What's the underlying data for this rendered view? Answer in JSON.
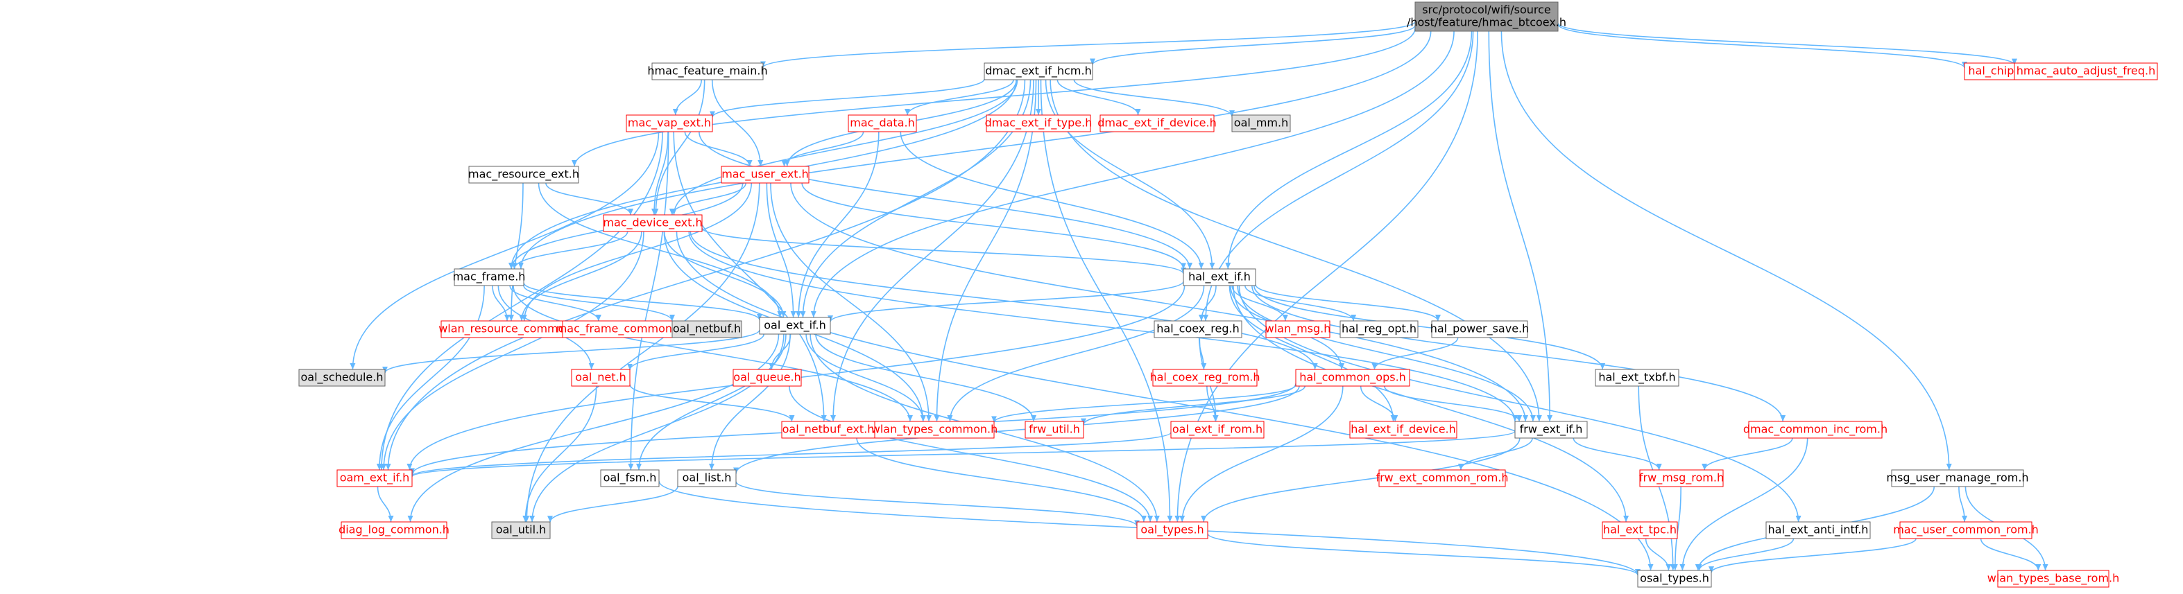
{
  "title": "src/protocol/wifi/source/host/feature/hmac_btcoex.h",
  "style": {
    "edge_color": "#63b8ff",
    "node_border_default": "#666666",
    "node_border_missing": "#ff0000",
    "node_border_root": "#666666",
    "node_fill_root": "#999999",
    "node_fill_external": "#e0e0e0",
    "node_fill_default": "#ffffff",
    "text_color_default": "#000000",
    "text_color_missing": "#ff0000"
  },
  "nodes": [
    {
      "id": "root",
      "lines": [
        "src/protocol/wifi/source",
        "/host/feature/hmac_btcoex.h"
      ],
      "kind": "root"
    },
    {
      "id": "hmac_feature_main",
      "lines": [
        "hmac_feature_main.h"
      ],
      "kind": "normal"
    },
    {
      "id": "dmac_ext_if_hcm",
      "lines": [
        "dmac_ext_if_hcm.h"
      ],
      "kind": "normal"
    },
    {
      "id": "hal_chip",
      "lines": [
        "hal_chip.h"
      ],
      "kind": "missing"
    },
    {
      "id": "hmac_auto_adjust_freq",
      "lines": [
        "hmac_auto_adjust_freq.h"
      ],
      "kind": "missing"
    },
    {
      "id": "mac_vap_ext",
      "lines": [
        "mac_vap_ext.h"
      ],
      "kind": "missing"
    },
    {
      "id": "mac_data",
      "lines": [
        "mac_data.h"
      ],
      "kind": "missing"
    },
    {
      "id": "dmac_ext_if_type",
      "lines": [
        "dmac_ext_if_type.h"
      ],
      "kind": "missing"
    },
    {
      "id": "dmac_ext_if_device",
      "lines": [
        "dmac_ext_if_device.h"
      ],
      "kind": "missing"
    },
    {
      "id": "oal_mm",
      "lines": [
        "oal_mm.h"
      ],
      "kind": "external"
    },
    {
      "id": "mac_resource_ext",
      "lines": [
        "mac_resource_ext.h"
      ],
      "kind": "normal"
    },
    {
      "id": "mac_user_ext",
      "lines": [
        "mac_user_ext.h"
      ],
      "kind": "missing"
    },
    {
      "id": "mac_device_ext",
      "lines": [
        "mac_device_ext.h"
      ],
      "kind": "missing"
    },
    {
      "id": "hal_ext_if",
      "lines": [
        "hal_ext_if.h"
      ],
      "kind": "normal"
    },
    {
      "id": "mac_frame",
      "lines": [
        "mac_frame.h"
      ],
      "kind": "normal"
    },
    {
      "id": "wlan_resource_common",
      "lines": [
        "wlan_resource_common.h"
      ],
      "kind": "missing"
    },
    {
      "id": "mac_frame_common",
      "lines": [
        "mac_frame_common.h"
      ],
      "kind": "missing"
    },
    {
      "id": "oal_netbuf",
      "lines": [
        "oal_netbuf.h"
      ],
      "kind": "external"
    },
    {
      "id": "oal_ext_if",
      "lines": [
        "oal_ext_if.h"
      ],
      "kind": "normal"
    },
    {
      "id": "hal_coex_reg",
      "lines": [
        "hal_coex_reg.h"
      ],
      "kind": "normal"
    },
    {
      "id": "wlan_msg",
      "lines": [
        "wlan_msg.h"
      ],
      "kind": "missing"
    },
    {
      "id": "hal_reg_opt",
      "lines": [
        "hal_reg_opt.h"
      ],
      "kind": "normal"
    },
    {
      "id": "hal_power_save",
      "lines": [
        "hal_power_save.h"
      ],
      "kind": "normal"
    },
    {
      "id": "oal_schedule",
      "lines": [
        "oal_schedule.h"
      ],
      "kind": "external"
    },
    {
      "id": "oal_net",
      "lines": [
        "oal_net.h"
      ],
      "kind": "missing"
    },
    {
      "id": "oal_queue",
      "lines": [
        "oal_queue.h"
      ],
      "kind": "missing"
    },
    {
      "id": "hal_coex_reg_rom",
      "lines": [
        "hal_coex_reg_rom.h"
      ],
      "kind": "missing"
    },
    {
      "id": "hal_common_ops",
      "lines": [
        "hal_common_ops.h"
      ],
      "kind": "missing"
    },
    {
      "id": "hal_ext_txbf",
      "lines": [
        "hal_ext_txbf.h"
      ],
      "kind": "normal"
    },
    {
      "id": "oal_netbuf_ext",
      "lines": [
        "oal_netbuf_ext.h"
      ],
      "kind": "missing"
    },
    {
      "id": "wlan_types_common",
      "lines": [
        "wlan_types_common.h"
      ],
      "kind": "missing"
    },
    {
      "id": "frw_util",
      "lines": [
        "frw_util.h"
      ],
      "kind": "missing"
    },
    {
      "id": "oal_ext_if_rom",
      "lines": [
        "oal_ext_if_rom.h"
      ],
      "kind": "missing"
    },
    {
      "id": "hal_ext_if_device",
      "lines": [
        "hal_ext_if_device.h"
      ],
      "kind": "missing"
    },
    {
      "id": "frw_ext_if",
      "lines": [
        "frw_ext_if.h"
      ],
      "kind": "normal"
    },
    {
      "id": "dmac_common_inc_rom",
      "lines": [
        "dmac_common_inc_rom.h"
      ],
      "kind": "missing"
    },
    {
      "id": "oam_ext_if",
      "lines": [
        "oam_ext_if.h"
      ],
      "kind": "missing"
    },
    {
      "id": "oal_fsm",
      "lines": [
        "oal_fsm.h"
      ],
      "kind": "normal"
    },
    {
      "id": "oal_list",
      "lines": [
        "oal_list.h"
      ],
      "kind": "normal"
    },
    {
      "id": "frw_ext_common_rom",
      "lines": [
        "frw_ext_common_rom.h"
      ],
      "kind": "missing"
    },
    {
      "id": "frw_msg_rom",
      "lines": [
        "frw_msg_rom.h"
      ],
      "kind": "missing"
    },
    {
      "id": "msg_user_manage_rom",
      "lines": [
        "msg_user_manage_rom.h"
      ],
      "kind": "normal"
    },
    {
      "id": "diag_log_common",
      "lines": [
        "diag_log_common.h"
      ],
      "kind": "missing"
    },
    {
      "id": "oal_util",
      "lines": [
        "oal_util.h"
      ],
      "kind": "external"
    },
    {
      "id": "oal_types",
      "lines": [
        "oal_types.h"
      ],
      "kind": "missing"
    },
    {
      "id": "hal_ext_tpc",
      "lines": [
        "hal_ext_tpc.h"
      ],
      "kind": "missing"
    },
    {
      "id": "hal_ext_anti_intf",
      "lines": [
        "hal_ext_anti_intf.h"
      ],
      "kind": "normal"
    },
    {
      "id": "mac_user_common_rom",
      "lines": [
        "mac_user_common_rom.h"
      ],
      "kind": "missing"
    },
    {
      "id": "wlan_types_base_rom",
      "lines": [
        "wlan_types_base_rom.h"
      ],
      "kind": "missing"
    },
    {
      "id": "osal_types",
      "lines": [
        "osal_types.h"
      ],
      "kind": "normal"
    }
  ],
  "edges": [
    [
      "root",
      "hmac_feature_main"
    ],
    [
      "root",
      "dmac_ext_if_hcm"
    ],
    [
      "root",
      "hal_chip"
    ],
    [
      "root",
      "hmac_auto_adjust_freq"
    ],
    [
      "root",
      "mac_resource_ext"
    ],
    [
      "root",
      "mac_frame"
    ],
    [
      "root",
      "hal_ext_if"
    ],
    [
      "root",
      "hal_coex_reg"
    ],
    [
      "root",
      "oal_ext_if"
    ],
    [
      "root",
      "msg_user_manage_rom"
    ],
    [
      "root",
      "frw_ext_if"
    ],
    [
      "root",
      "oal_types"
    ],
    [
      "hmac_feature_main",
      "mac_vap_ext"
    ],
    [
      "hmac_feature_main",
      "mac_user_ext"
    ],
    [
      "hmac_feature_main",
      "mac_device_ext"
    ],
    [
      "dmac_ext_if_hcm",
      "mac_vap_ext"
    ],
    [
      "dmac_ext_if_hcm",
      "mac_data"
    ],
    [
      "dmac_ext_if_hcm",
      "dmac_ext_if_type"
    ],
    [
      "dmac_ext_if_hcm",
      "dmac_ext_if_device"
    ],
    [
      "dmac_ext_if_hcm",
      "oal_mm"
    ],
    [
      "dmac_ext_if_hcm",
      "mac_user_ext"
    ],
    [
      "dmac_ext_if_hcm",
      "mac_device_ext"
    ],
    [
      "dmac_ext_if_hcm",
      "oal_ext_if"
    ],
    [
      "dmac_ext_if_hcm",
      "hal_ext_if"
    ],
    [
      "dmac_ext_if_hcm",
      "wlan_types_common"
    ],
    [
      "dmac_ext_if_hcm",
      "oal_netbuf_ext"
    ],
    [
      "dmac_ext_if_hcm",
      "frw_ext_if"
    ],
    [
      "dmac_ext_if_hcm",
      "oam_ext_if"
    ],
    [
      "dmac_ext_if_hcm",
      "mac_frame"
    ],
    [
      "dmac_ext_if_hcm",
      "oal_types"
    ],
    [
      "mac_vap_ext",
      "mac_user_ext"
    ],
    [
      "mac_vap_ext",
      "mac_device_ext"
    ],
    [
      "mac_vap_ext",
      "hal_ext_if"
    ],
    [
      "mac_vap_ext",
      "oal_schedule"
    ],
    [
      "mac_vap_ext",
      "oam_ext_if"
    ],
    [
      "mac_vap_ext",
      "oal_fsm"
    ],
    [
      "mac_vap_ext",
      "oal_netbuf_ext"
    ],
    [
      "mac_data",
      "mac_user_ext"
    ],
    [
      "mac_data",
      "oal_ext_if"
    ],
    [
      "mac_data",
      "hal_ext_if"
    ],
    [
      "mac_resource_ext",
      "mac_device_ext"
    ],
    [
      "mac_resource_ext",
      "oal_ext_if"
    ],
    [
      "mac_resource_ext",
      "wlan_resource_common"
    ],
    [
      "mac_user_ext",
      "mac_device_ext"
    ],
    [
      "mac_user_ext",
      "mac_frame"
    ],
    [
      "mac_user_ext",
      "oal_ext_if"
    ],
    [
      "mac_user_ext",
      "hal_ext_if"
    ],
    [
      "mac_user_ext",
      "wlan_types_common"
    ],
    [
      "mac_user_ext",
      "wlan_resource_common"
    ],
    [
      "mac_user_ext",
      "frw_ext_if"
    ],
    [
      "mac_user_ext",
      "oal_util"
    ],
    [
      "mac_device_ext",
      "mac_frame"
    ],
    [
      "mac_device_ext",
      "oal_ext_if"
    ],
    [
      "mac_device_ext",
      "hal_ext_if"
    ],
    [
      "mac_device_ext",
      "wlan_resource_common"
    ],
    [
      "mac_device_ext",
      "wlan_types_common"
    ],
    [
      "mac_device_ext",
      "oam_ext_if"
    ],
    [
      "mac_device_ext",
      "frw_ext_if"
    ],
    [
      "mac_device_ext",
      "hal_common_ops"
    ],
    [
      "mac_device_ext",
      "osal_types"
    ],
    [
      "mac_frame",
      "wlan_resource_common"
    ],
    [
      "mac_frame",
      "mac_frame_common"
    ],
    [
      "mac_frame",
      "oal_netbuf"
    ],
    [
      "mac_frame",
      "oal_ext_if"
    ],
    [
      "mac_frame",
      "oam_ext_if"
    ],
    [
      "mac_frame",
      "wlan_types_common"
    ],
    [
      "mac_frame",
      "oal_net"
    ],
    [
      "hal_ext_if",
      "oal_ext_if"
    ],
    [
      "hal_ext_if",
      "hal_coex_reg"
    ],
    [
      "hal_ext_if",
      "wlan_msg"
    ],
    [
      "hal_ext_if",
      "hal_reg_opt"
    ],
    [
      "hal_ext_if",
      "hal_power_save"
    ],
    [
      "hal_ext_if",
      "hal_common_ops"
    ],
    [
      "hal_ext_if",
      "hal_ext_txbf"
    ],
    [
      "hal_ext_if",
      "hal_ext_if_device"
    ],
    [
      "hal_ext_if",
      "frw_ext_if"
    ],
    [
      "hal_ext_if",
      "dmac_common_inc_rom"
    ],
    [
      "hal_ext_if",
      "hal_ext_tpc"
    ],
    [
      "hal_ext_if",
      "hal_ext_anti_intf"
    ],
    [
      "hal_ext_if",
      "wlan_types_common"
    ],
    [
      "hal_ext_if",
      "oam_ext_if"
    ],
    [
      "oal_ext_if",
      "oal_schedule"
    ],
    [
      "oal_ext_if",
      "oal_net"
    ],
    [
      "oal_ext_if",
      "oal_queue"
    ],
    [
      "oal_ext_if",
      "oal_fsm"
    ],
    [
      "oal_ext_if",
      "oal_list"
    ],
    [
      "oal_ext_if",
      "oal_util"
    ],
    [
      "oal_ext_if",
      "oal_types"
    ],
    [
      "oal_ext_if",
      "diag_log_common"
    ],
    [
      "oal_ext_if",
      "wlan_types_common"
    ],
    [
      "oal_ext_if",
      "frw_util"
    ],
    [
      "hal_coex_reg",
      "hal_coex_reg_rom"
    ],
    [
      "hal_coex_reg",
      "oal_ext_if_rom"
    ],
    [
      "hal_coex_reg_rom",
      "oal_ext_if_rom"
    ],
    [
      "hal_power_save",
      "hal_common_ops"
    ],
    [
      "hal_common_ops",
      "wlan_types_common"
    ],
    [
      "hal_common_ops",
      "frw_util"
    ],
    [
      "hal_common_ops",
      "hal_ext_if_device"
    ],
    [
      "hal_common_ops",
      "frw_ext_if"
    ],
    [
      "hal_common_ops",
      "oal_types"
    ],
    [
      "hal_common_ops",
      "oam_ext_if"
    ],
    [
      "hal_common_ops",
      "oal_list"
    ],
    [
      "hal_ext_txbf",
      "osal_types"
    ],
    [
      "oal_net",
      "oal_netbuf_ext"
    ],
    [
      "oal_net",
      "oal_util"
    ],
    [
      "oal_queue",
      "oal_types"
    ],
    [
      "oal_netbuf_ext",
      "oal_types"
    ],
    [
      "oal_ext_if_rom",
      "oam_ext_if"
    ],
    [
      "frw_ext_if",
      "frw_ext_common_rom"
    ],
    [
      "frw_ext_if",
      "frw_msg_rom"
    ],
    [
      "frw_ext_if",
      "oal_types"
    ],
    [
      "frw_ext_if",
      "oam_ext_if"
    ],
    [
      "dmac_common_inc_rom",
      "frw_msg_rom"
    ],
    [
      "dmac_common_inc_rom",
      "osal_types"
    ],
    [
      "oam_ext_if",
      "diag_log_common"
    ],
    [
      "oal_fsm",
      "osal_types"
    ],
    [
      "oal_list",
      "oal_util"
    ],
    [
      "oal_list",
      "oal_types"
    ],
    [
      "frw_msg_rom",
      "osal_types"
    ],
    [
      "oal_types",
      "osal_types"
    ],
    [
      "hal_ext_tpc",
      "osal_types"
    ],
    [
      "hal_ext_anti_intf",
      "osal_types"
    ],
    [
      "msg_user_manage_rom",
      "mac_user_common_rom"
    ],
    [
      "msg_user_manage_rom",
      "wlan_types_base_rom"
    ],
    [
      "msg_user_manage_rom",
      "osal_types"
    ],
    [
      "mac_user_common_rom",
      "wlan_types_base_rom"
    ],
    [
      "mac_user_common_rom",
      "osal_types"
    ]
  ]
}
